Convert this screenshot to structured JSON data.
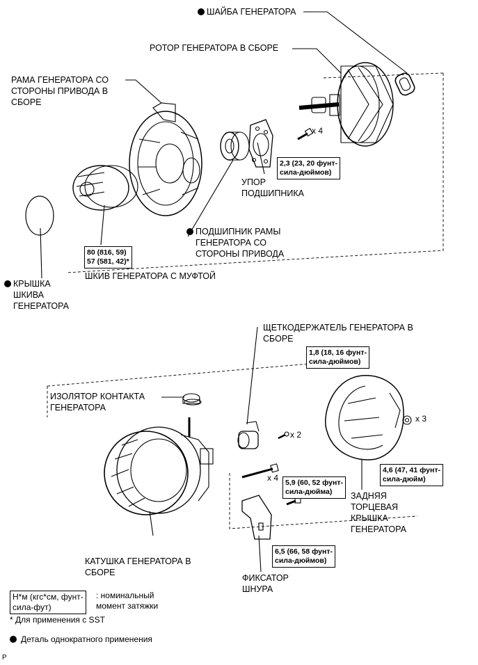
{
  "labels": {
    "washer": "ШАЙБА ГЕНЕРАТОРА",
    "rotor": "РОТОР ГЕНЕРАТОРА В СБОРЕ",
    "drive_frame": "РАМА ГЕНЕРАТОРА СО\nСТОРОНЫ ПРИВОДА В\nСБОРЕ",
    "retainer": "УПОР\nПОДШИПНИКА",
    "bearing": "ПОДШИПНИК РАМЫ\nГЕНЕРАТОРА СО\nСТОРОНЫ ПРИВОДА",
    "pulley": "ШКИВ ГЕНЕРАТОРА С МУФТОЙ",
    "pulley_cap": "КРЫШКА\nШКИВА\nГЕНЕРАТОРА",
    "brush_holder": "ЩЕТКОДЕРЖАТЕЛЬ ГЕНЕРАТОРА В\nСБОРЕ",
    "terminal_insulator": "ИЗОЛЯТОР КОНТАКТА\nГЕНЕРАТОРА",
    "rear_cover": "ЗАДНЯЯ\nТОРЦЕВАЯ\nКРЫШКА\nГЕНЕРАТОРА",
    "coil": "КАТУШКА ГЕНЕРАТОРА В\nСБОРЕ",
    "cord_clip": "ФИКСАТОР\nШНУРА"
  },
  "torques": {
    "retainer": "2,3 (23, 20 фунт-\nсила-дюймов)",
    "pulley": "80 (816, 59)\n57 (581, 42)*",
    "brush": "1,8 (18, 16 фунт-\nсила-дюймов)",
    "rear_nut": "4,6 (47, 41 фунт-\nсила-дюйм)",
    "through_bolt": "5,9 (60, 52 фунт-\nсила-дюйма)",
    "clip_bolt": "6,5 (66, 58 фунт-\nсила-дюймов)"
  },
  "counts": {
    "retainer": "x 4",
    "brush": "x 2",
    "rear_nut": "x 3",
    "through_bolt": "x 4"
  },
  "legend": {
    "unit_box": "Н*м (кгс*см, фунт-\nсила-фут)",
    "unit_text": ": номинальный\nмомент затяжки",
    "sst_note": "* Для применения с SST",
    "single_use": "Деталь однократного применения"
  },
  "corner": "P"
}
